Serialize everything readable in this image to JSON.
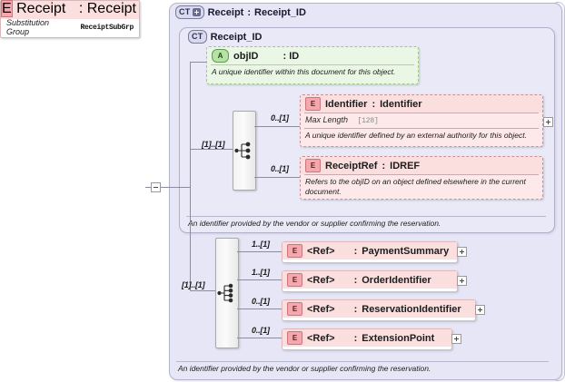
{
  "diagram": {
    "title": "XSD schema diagram - Receipt",
    "colors": {
      "element_fill": "#fde9e9",
      "element_badge": "#f4a7ad",
      "attribute_fill": "#eaf7e4",
      "attribute_badge": "#b6e3a4",
      "container_fill": "#e6e6f6",
      "connector_line": "#8c8c9e"
    }
  },
  "root_element": {
    "badge": "E",
    "name": "Receipt",
    "separator": ":",
    "type": "Receipt",
    "substitution_group_label": "Substitution Group",
    "substitution_group_value": "ReceiptSubGrp",
    "expander": "minus-expander"
  },
  "complex_type": {
    "badge": "CT",
    "badge_expander": "plus",
    "name": "Receipt",
    "separator": ":",
    "type": "Receipt_ID",
    "inner": {
      "badge": "CT",
      "name": "Receipt_ID",
      "annotation": "An identifier provided by the vendor or supplier confirming the reservation."
    },
    "annotation": "An identifier provided by the vendor or supplier confirming the reservation."
  },
  "attribute": {
    "badge": "A",
    "name": "objID",
    "separator": ": ID",
    "type": "ID",
    "description": "A unique identifier within this document for this object."
  },
  "choice_compositor": {
    "icon": "choice-icon",
    "in_cardinality": "[1]..[1]",
    "branches": [
      {
        "cardinality": "0..[1]",
        "badge": "E",
        "name": "Identifier",
        "separator": ":",
        "type": "Identifier",
        "facet_label": "Max Length",
        "facet_value": "[128]",
        "description": "A unique identifier defined by an external authority for this object.",
        "optional": true,
        "expander": "plus"
      },
      {
        "cardinality": "0..[1]",
        "badge": "E",
        "name": "ReceiptRef",
        "separator": ":",
        "type": "IDREF",
        "description": "Refers to the objID on an object defined elsewhere in the current document.",
        "optional": true,
        "expander": null
      }
    ]
  },
  "sequence_compositor": {
    "icon": "sequence-icon",
    "in_cardinality": "[1]..[1]",
    "branches": [
      {
        "cardinality": "1..[1]",
        "badge": "E",
        "name": "<Ref>",
        "separator": ":",
        "type": "PaymentSummary",
        "optional": false,
        "expander": "plus"
      },
      {
        "cardinality": "1..[1]",
        "badge": "E",
        "name": "<Ref>",
        "separator": ":",
        "type": "OrderIdentifier",
        "optional": false,
        "expander": "plus"
      },
      {
        "cardinality": "0..[1]",
        "badge": "E",
        "name": "<Ref>",
        "separator": ":",
        "type": "ReservationIdentifier",
        "optional": true,
        "expander": "plus"
      },
      {
        "cardinality": "0..[1]",
        "badge": "E",
        "name": "<Ref>",
        "separator": ":",
        "type": "ExtensionPoint",
        "optional": true,
        "expander": "plus"
      }
    ]
  }
}
